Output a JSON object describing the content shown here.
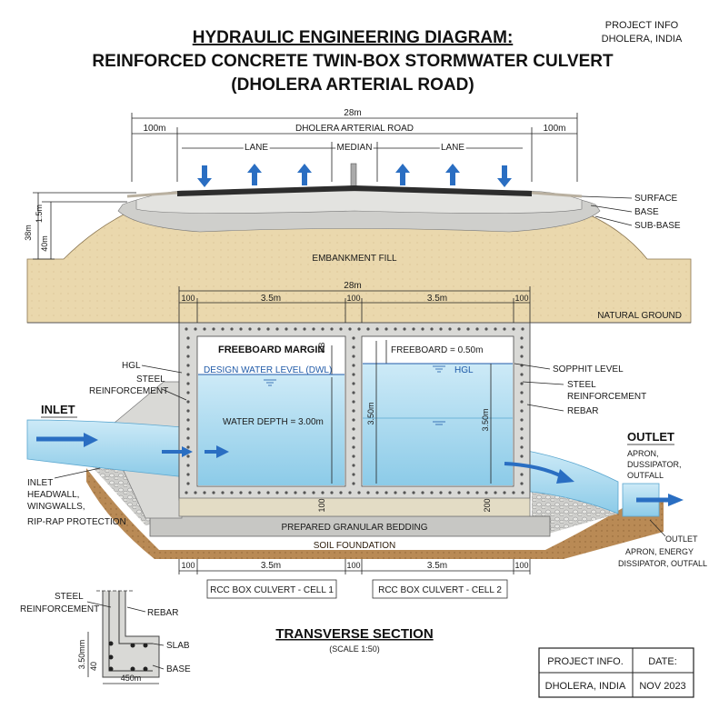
{
  "title": {
    "line1": "HYDRAULIC ENGINEERING DIAGRAM:",
    "line2": "REINFORCED CONCRETE TWIN-BOX STORMWATER CULVERT",
    "line3": "(DHOLERA ARTERIAL ROAD)"
  },
  "project_corner": {
    "line1": "PROJECT INFO",
    "line2": "DHOLERA, INDIA"
  },
  "road": {
    "total_width": "28m",
    "shoulder_left": "100m",
    "shoulder_right": "100m",
    "road_name": "DHOLERA ARTERIAL ROAD",
    "lane_left": "LANE",
    "median": "MEDIAN",
    "lane_right": "LANE",
    "layers": {
      "surface": "SURFACE",
      "base": "BASE",
      "subbase": "SUB-BASE"
    },
    "height_38": "38m",
    "height_40": "40m",
    "height_15": "1.5m"
  },
  "embankment": "EMBANKMENT FILL",
  "natural_ground": "NATURAL GROUND",
  "culvert": {
    "total_width": "28m",
    "wall_100_a": "100",
    "cell_width_1": "3.5m",
    "wall_100_b": "100",
    "cell_width_2": "3.5m",
    "wall_100_c": "100",
    "freeboard_margin": "FREEBOARD MARGIN",
    "fb_tag": "FB",
    "dwl": "DESIGN WATER LEVEL (DWL)",
    "water_depth": "WATER DEPTH = 3.00m",
    "freeboard_value": "FREEBOARD = 0.50m",
    "hgl_inner": "HGL",
    "height_left": "3.50m",
    "height_right": "3.50m",
    "slab_100": "100",
    "slab_200": "200"
  },
  "labels_left": {
    "hgl": "HGL",
    "steel_1": "STEEL",
    "steel_2": "REINFORCEMENT",
    "inlet": "INLET",
    "inlet_desc_1": "INLET",
    "inlet_desc_2": "HEADWALL,",
    "inlet_desc_3": "WINGWALLS,",
    "inlet_desc_4": "RIP-RAP PROTECTION"
  },
  "labels_right": {
    "sopphit": "SOPPHIT LEVEL",
    "steel_1": "STEEL",
    "steel_2": "REINFORCEMENT",
    "rebar": "REBAR",
    "outlet": "OUTLET",
    "outlet_desc_1": "APRON,",
    "outlet_desc_2": "DUSSIPATOR,",
    "outlet_desc_3": "OUTFALL",
    "outlet2_1": "OUTLET",
    "outlet2_2": "APRON, ENERGY",
    "outlet2_3": "DISSIPATOR, OUTFALL"
  },
  "bedding": "PREPARED GRANULAR BEDDING",
  "soil": "SOIL FOUNDATION",
  "bottom_dims": {
    "a": "100",
    "b": "3.5m",
    "c": "100",
    "d": "3.5m",
    "e": "100"
  },
  "cell_labels": {
    "cell1": "RCC BOX CULVERT - CELL 1",
    "cell2": "RCC BOX CULVERT - CELL 2"
  },
  "detail": {
    "steel_1": "STEEL",
    "steel_2": "REINFORCEMENT",
    "rebar": "REBAR",
    "slab": "SLAB",
    "base": "BASE",
    "height": "3.50mm",
    "small": "40",
    "width": "450m"
  },
  "section": {
    "title": "TRANSVERSE SECTION",
    "scale": "(SCALE 1:50)"
  },
  "title_block": {
    "project_label": "PROJECT INFO.",
    "date_label": "DATE:",
    "project_value": "DHOLERA, INDIA",
    "date_value": "NOV 2023"
  },
  "colors": {
    "fill": "#e8d5a8",
    "water": "#9fd4ec",
    "concrete": "#d9d9d6",
    "bedding": "#c7c7c4",
    "soil": "#b98a55",
    "arrow": "#2a6ec2",
    "asphalt": "#2d2d2d"
  }
}
